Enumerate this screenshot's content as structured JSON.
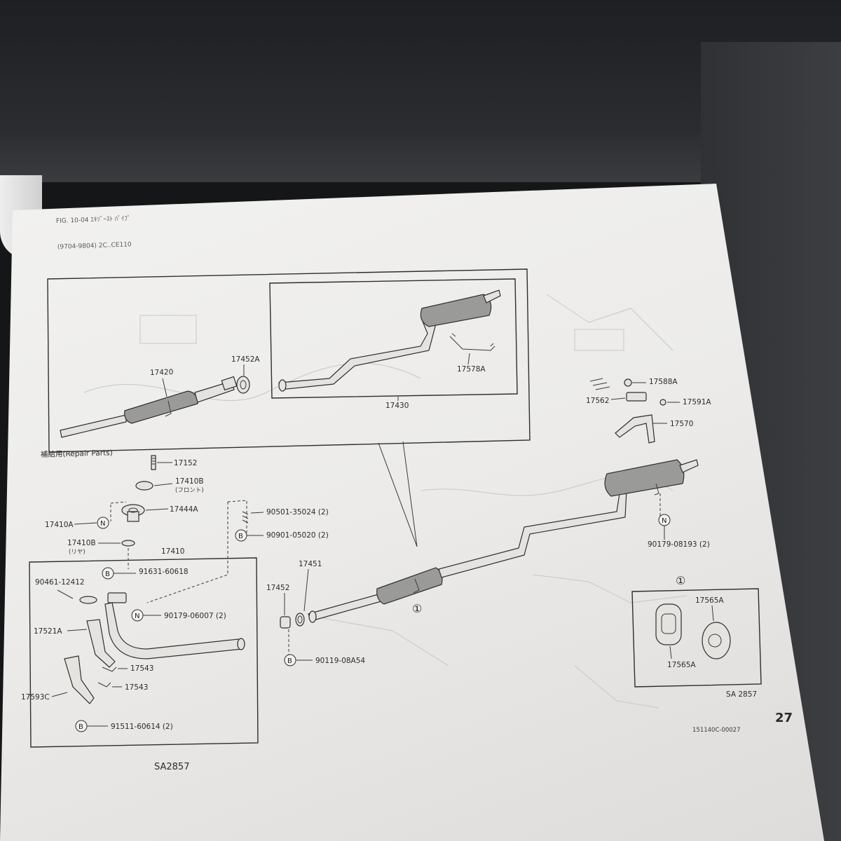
{
  "header": {
    "fig_title": "FIG. 10-04 ｴｷｿﾞｰｽﾄ ﾊﾟｲﾌﾟ",
    "model_code": "(9704-9804) 2C..CE110"
  },
  "labels": {
    "p17420": "17420",
    "p17452A": "17452A",
    "p17430": "17430",
    "p17578A": "17578A",
    "repair_parts": "補給用(Repair Parts)",
    "p17152": "17152",
    "p17410B_front": "17410B",
    "front": "(フロント)",
    "p17444A": "17444A",
    "p17410A": "17410A",
    "p17410B_rear": "17410B",
    "rear": "(リヤ)",
    "p17410": "17410",
    "p90501": "90501-35024 (2)",
    "p90901": "90901-05020 (2)",
    "p91631": "91631-60618",
    "p90461": "90461-12412",
    "p90179_06007": "90179-06007 (2)",
    "p17521A": "17521A",
    "p17543_a": "17543",
    "p17543_b": "17543",
    "p17593C": "17593C",
    "p91511": "91511-60614 (2)",
    "p17452": "17452",
    "p17451": "17451",
    "p90119": "90119-08A54",
    "p17588A": "17588A",
    "p17562": "17562",
    "p17591A": "17591A",
    "p17570": "17570",
    "p90179_08193": "90179-08193 (2)",
    "p17565A_top": "17565A",
    "p17565A_bottom": "17565A",
    "circle_one": "①",
    "circle_one_inset": "①",
    "sa_inset": "SA 2857",
    "sa_bottom": "SA2857",
    "page_number": "27",
    "catalog_code": "151140C-00027"
  },
  "symbols": {
    "b": "B",
    "n": "N"
  },
  "colors": {
    "paper": "#efeeec",
    "ink": "#2e2e2e",
    "background": "#151617"
  }
}
